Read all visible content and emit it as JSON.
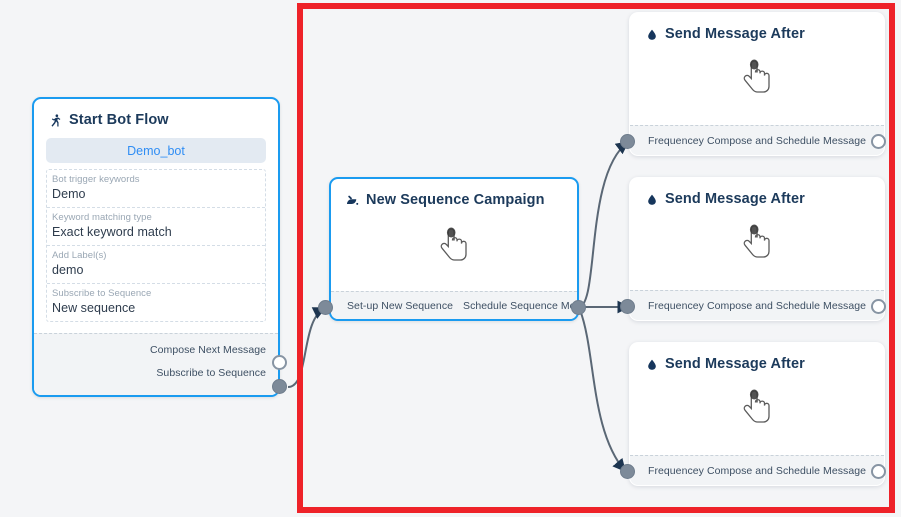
{
  "canvas": {
    "background_color": "#f4f5f7",
    "highlight": {
      "name": "red-annotation-rectangle",
      "color": "#ee2229"
    }
  },
  "nodes": {
    "start": {
      "title": "Start Bot Flow",
      "icon": "running-person-icon",
      "bot_chip": "Demo_bot",
      "fields": [
        {
          "label": "Bot trigger keywords",
          "value": "Demo"
        },
        {
          "label": "Keyword matching type",
          "value": "Exact keyword match"
        },
        {
          "label": "Add Label(s)",
          "value": "demo"
        },
        {
          "label": "Subscribe to Sequence",
          "value": "New sequence"
        }
      ],
      "outputs": [
        {
          "label": "Compose Next Message",
          "port": "hollow"
        },
        {
          "label": "Subscribe to Sequence",
          "port": "filled"
        }
      ]
    },
    "sequence": {
      "title": "New Sequence Campaign",
      "icon": "sequence-campaign-icon",
      "body_icon": "hand-cursor-icon",
      "input_label": "Set-up New Sequence",
      "output_label": "Schedule Sequence Message"
    },
    "messages": [
      {
        "title": "Send Message After",
        "icon": "droplet-icon",
        "body_icon": "hand-cursor-icon",
        "input_label": "Frequencey",
        "output_label": "Compose and Schedule Message"
      },
      {
        "title": "Send Message After",
        "icon": "droplet-icon",
        "body_icon": "hand-cursor-icon",
        "input_label": "Frequencey",
        "output_label": "Compose and Schedule Message"
      },
      {
        "title": "Send Message After",
        "icon": "droplet-icon",
        "body_icon": "hand-cursor-icon",
        "input_label": "Frequencey",
        "output_label": "Compose and Schedule Message"
      }
    ]
  },
  "colors": {
    "node_selected_border": "#1a9bf0",
    "title_text": "#1c3a5b",
    "chip_text": "#2f8df4",
    "port_filled": "#7d8a99",
    "edge": "#5a6775"
  }
}
